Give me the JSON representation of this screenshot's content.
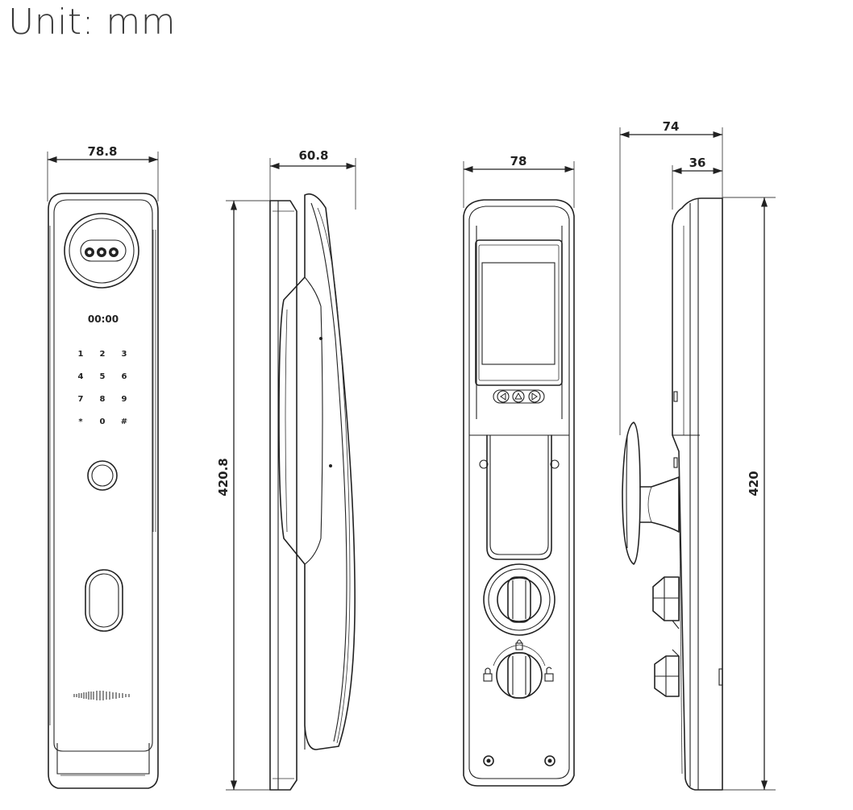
{
  "header": {
    "unit_label": "Unit: mm"
  },
  "front_view": {
    "width_label": "78.8",
    "time_display": "00:00",
    "keypad": [
      "1",
      "2",
      "3",
      "4",
      "5",
      "6",
      "7",
      "8",
      "9",
      "*",
      "0",
      "#"
    ],
    "camera_icon": "camera-lens-icon",
    "fingerprint_icon": "fingerprint-sensor-icon",
    "keyhole_icon": "keyhole-icon"
  },
  "side_view_left": {
    "depth_label": "60.8",
    "height_label": "420.8"
  },
  "back_view": {
    "width_label": "78",
    "screen_icon": "display-screen-icon",
    "nav_buttons": [
      "left-arrow-button-icon",
      "home-button-icon",
      "right-arrow-button-icon"
    ],
    "thumbturn_icon": "thumbturn-knob-icon",
    "lock_icons": [
      "padlock-closed-icon",
      "padlock-open-icon"
    ]
  },
  "side_view_right": {
    "depth_total_label": "74",
    "depth_body_label": "36",
    "height_label": "420"
  }
}
